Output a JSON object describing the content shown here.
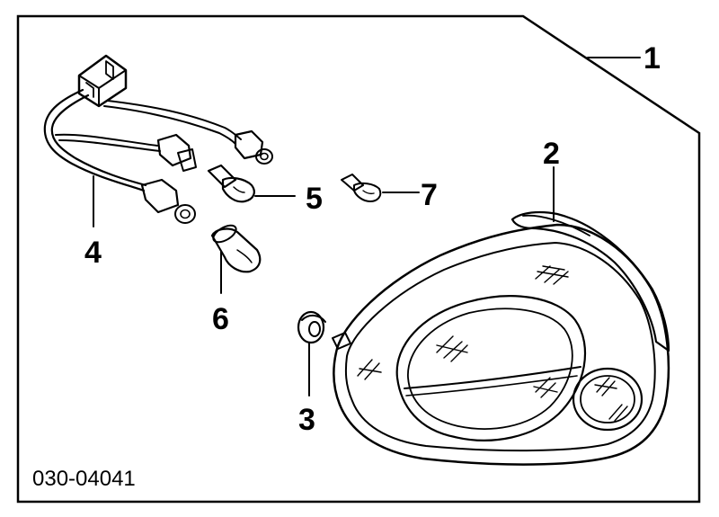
{
  "diagram": {
    "part_number": "030-04041",
    "callouts": [
      {
        "id": "1",
        "label": "1"
      },
      {
        "id": "2",
        "label": "2"
      },
      {
        "id": "3",
        "label": "3"
      },
      {
        "id": "4",
        "label": "4"
      },
      {
        "id": "5",
        "label": "5"
      },
      {
        "id": "6",
        "label": "6"
      },
      {
        "id": "7",
        "label": "7"
      }
    ],
    "colors": {
      "ink": "#000000",
      "paper": "#ffffff"
    }
  }
}
